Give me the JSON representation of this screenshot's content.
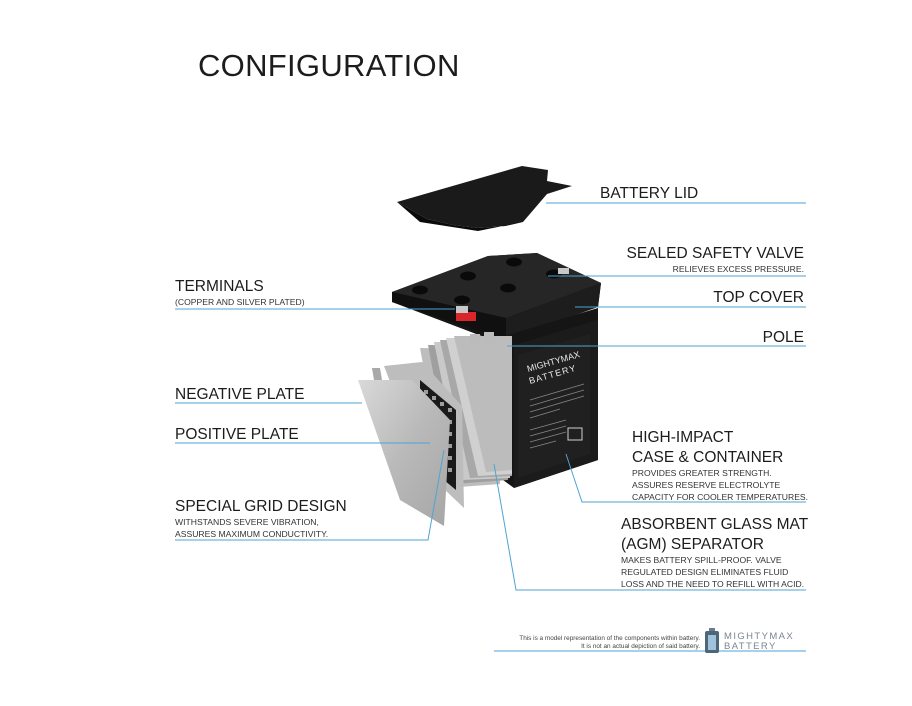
{
  "title": "CONFIGURATION",
  "labels": {
    "battery_lid": {
      "title": "BATTERY LID"
    },
    "safety_valve": {
      "title": "SEALED SAFETY VALVE",
      "desc": "RELIEVES EXCESS PRESSURE."
    },
    "top_cover": {
      "title": "TOP COVER"
    },
    "pole": {
      "title": "POLE"
    },
    "terminals": {
      "title": "TERMINALS",
      "desc": "(COPPER AND SILVER PLATED)"
    },
    "negative_plate": {
      "title": "NEGATIVE PLATE"
    },
    "positive_plate": {
      "title": "POSITIVE PLATE"
    },
    "grid_design": {
      "title": "SPECIAL GRID DESIGN",
      "desc_lines": [
        "WITHSTANDS SEVERE VIBRATION,",
        "ASSURES MAXIMUM CONDUCTIVITY."
      ]
    },
    "case": {
      "title_lines": [
        "HIGH-IMPACT",
        "CASE & CONTAINER"
      ],
      "desc_lines": [
        "PROVIDES GREATER STRENGTH.",
        "ASSURES RESERVE ELECTROLYTE",
        "CAPACITY FOR COOLER TEMPERATURES."
      ]
    },
    "agm": {
      "title_lines": [
        "ABSORBENT GLASS MAT",
        "(AGM) SEPARATOR"
      ],
      "desc_lines": [
        "MAKES BATTERY SPILL-PROOF. VALVE",
        "REGULATED DESIGN ELIMINATES FLUID",
        "LOSS AND THE NEED TO REFILL WITH ACID."
      ]
    }
  },
  "battery_label": {
    "line1": "MIGHTYMAX",
    "line2": "BATTERY"
  },
  "footer": {
    "disclaimer_lines": [
      "This is a model representation of the components within battery.",
      "It is not an actual depiction of said battery."
    ],
    "brand_line1": "MIGHTYMAX",
    "brand_line2": "BATTERY"
  },
  "colors": {
    "leader_line": "#4fa3d6",
    "battery_body": "#141414",
    "plate": "#c2c2c2",
    "terminal_red": "#d8262b"
  }
}
